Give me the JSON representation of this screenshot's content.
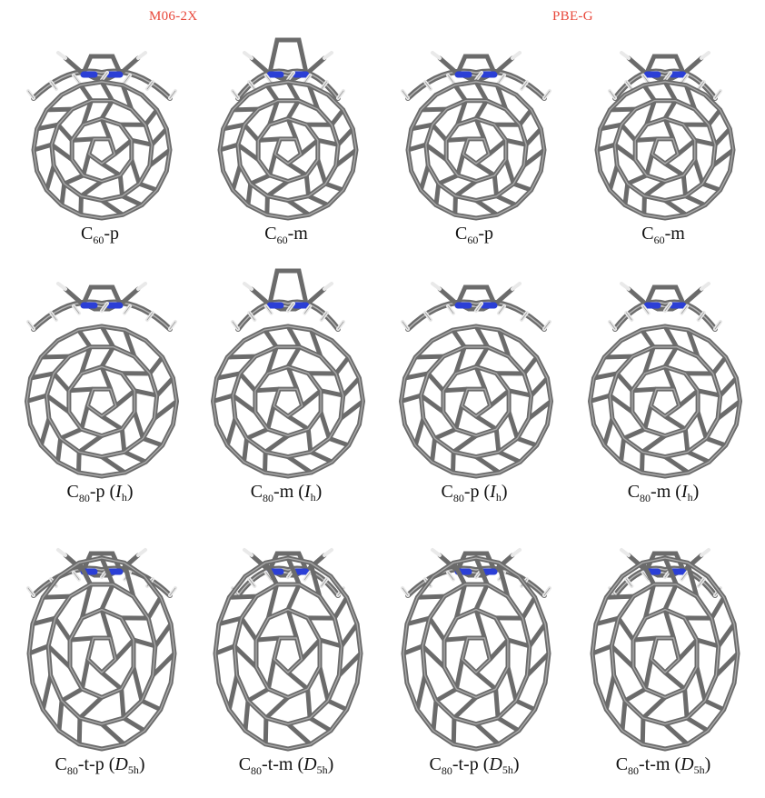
{
  "headers": {
    "left": "M06-2X",
    "right": "PBE-G"
  },
  "panels": [
    {
      "row": 0,
      "col": 0,
      "cage": "C",
      "cage_sub": "60",
      "suffix": "-p",
      "symmetry": "",
      "symmetry_sub": ""
    },
    {
      "row": 0,
      "col": 1,
      "cage": "C",
      "cage_sub": "60",
      "suffix": "-m",
      "symmetry": "",
      "symmetry_sub": ""
    },
    {
      "row": 0,
      "col": 2,
      "cage": "C",
      "cage_sub": "60",
      "suffix": "-p",
      "symmetry": "",
      "symmetry_sub": ""
    },
    {
      "row": 0,
      "col": 3,
      "cage": "C",
      "cage_sub": "60",
      "suffix": "-m",
      "symmetry": "",
      "symmetry_sub": ""
    },
    {
      "row": 1,
      "col": 0,
      "cage": "C",
      "cage_sub": "80",
      "suffix": "-p",
      "symmetry": "I",
      "symmetry_sub": "h"
    },
    {
      "row": 1,
      "col": 1,
      "cage": "C",
      "cage_sub": "80",
      "suffix": "-m",
      "symmetry": "I",
      "symmetry_sub": "h"
    },
    {
      "row": 1,
      "col": 2,
      "cage": "C",
      "cage_sub": "80",
      "suffix": "-p",
      "symmetry": "I",
      "symmetry_sub": "h"
    },
    {
      "row": 1,
      "col": 3,
      "cage": "C",
      "cage_sub": "80",
      "suffix": "-m",
      "symmetry": "I",
      "symmetry_sub": "h"
    },
    {
      "row": 2,
      "col": 0,
      "cage": "C",
      "cage_sub": "80",
      "suffix": "-t-p",
      "symmetry": "D",
      "symmetry_sub": "5h"
    },
    {
      "row": 2,
      "col": 1,
      "cage": "C",
      "cage_sub": "80",
      "suffix": "-t-m",
      "symmetry": "D",
      "symmetry_sub": "5h"
    },
    {
      "row": 2,
      "col": 2,
      "cage": "C",
      "cage_sub": "80",
      "suffix": "-t-p",
      "symmetry": "D",
      "symmetry_sub": "5h"
    },
    {
      "row": 2,
      "col": 3,
      "cage": "C",
      "cage_sub": "80",
      "suffix": "-t-m",
      "symmetry": "D",
      "symmetry_sub": "5h"
    }
  ],
  "colors": {
    "header": "#e8473a",
    "carbon": "#6b6b6b",
    "nitrogen": "#2b3fd6",
    "hydrogen": "#e9e9e9"
  }
}
